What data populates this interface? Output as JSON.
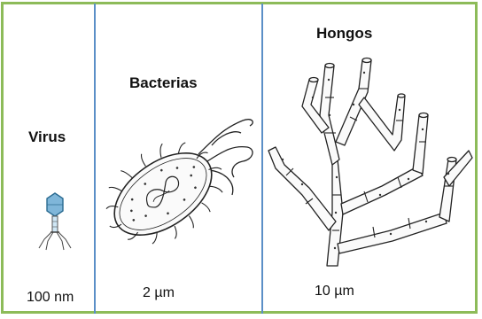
{
  "panels": [
    {
      "title": "Virus",
      "scale": "100 nm"
    },
    {
      "title": "Bacterias",
      "scale": "2 µm"
    },
    {
      "title": "Hongos",
      "scale": "10 µm"
    }
  ],
  "colors": {
    "frame": "#8dbb59",
    "divider": "#5b8fc7",
    "virus": "#7fb6d9"
  }
}
